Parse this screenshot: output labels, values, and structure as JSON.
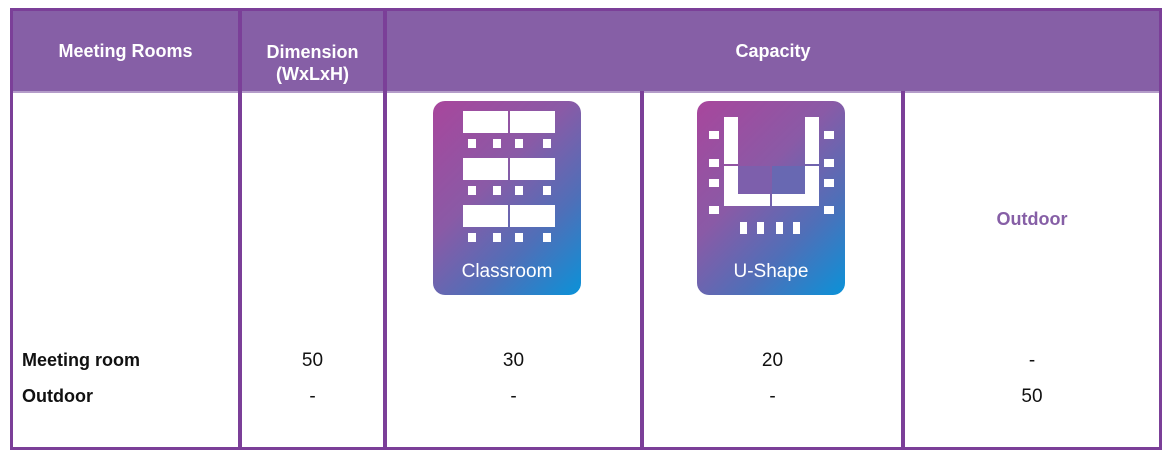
{
  "header": {
    "col1": "Meeting  Rooms",
    "col2_line1": "Dimension",
    "col2_line2": "(WxLxH)",
    "capacity": "Capacity"
  },
  "capacity_types": [
    {
      "label": "Classroom",
      "icon": "classroom-layout-icon"
    },
    {
      "label": "U-Shape",
      "icon": "u-shape-layout-icon"
    },
    {
      "label": "Outdoor"
    }
  ],
  "accent_color": "#865fa6",
  "rows": [
    {
      "name": "Meeting room",
      "dimension": "50",
      "classroom": "30",
      "ushape": "20",
      "outdoor": "-"
    },
    {
      "name": "Outdoor",
      "dimension": "-",
      "classroom": "-",
      "ushape": "-",
      "outdoor": "50"
    }
  ]
}
